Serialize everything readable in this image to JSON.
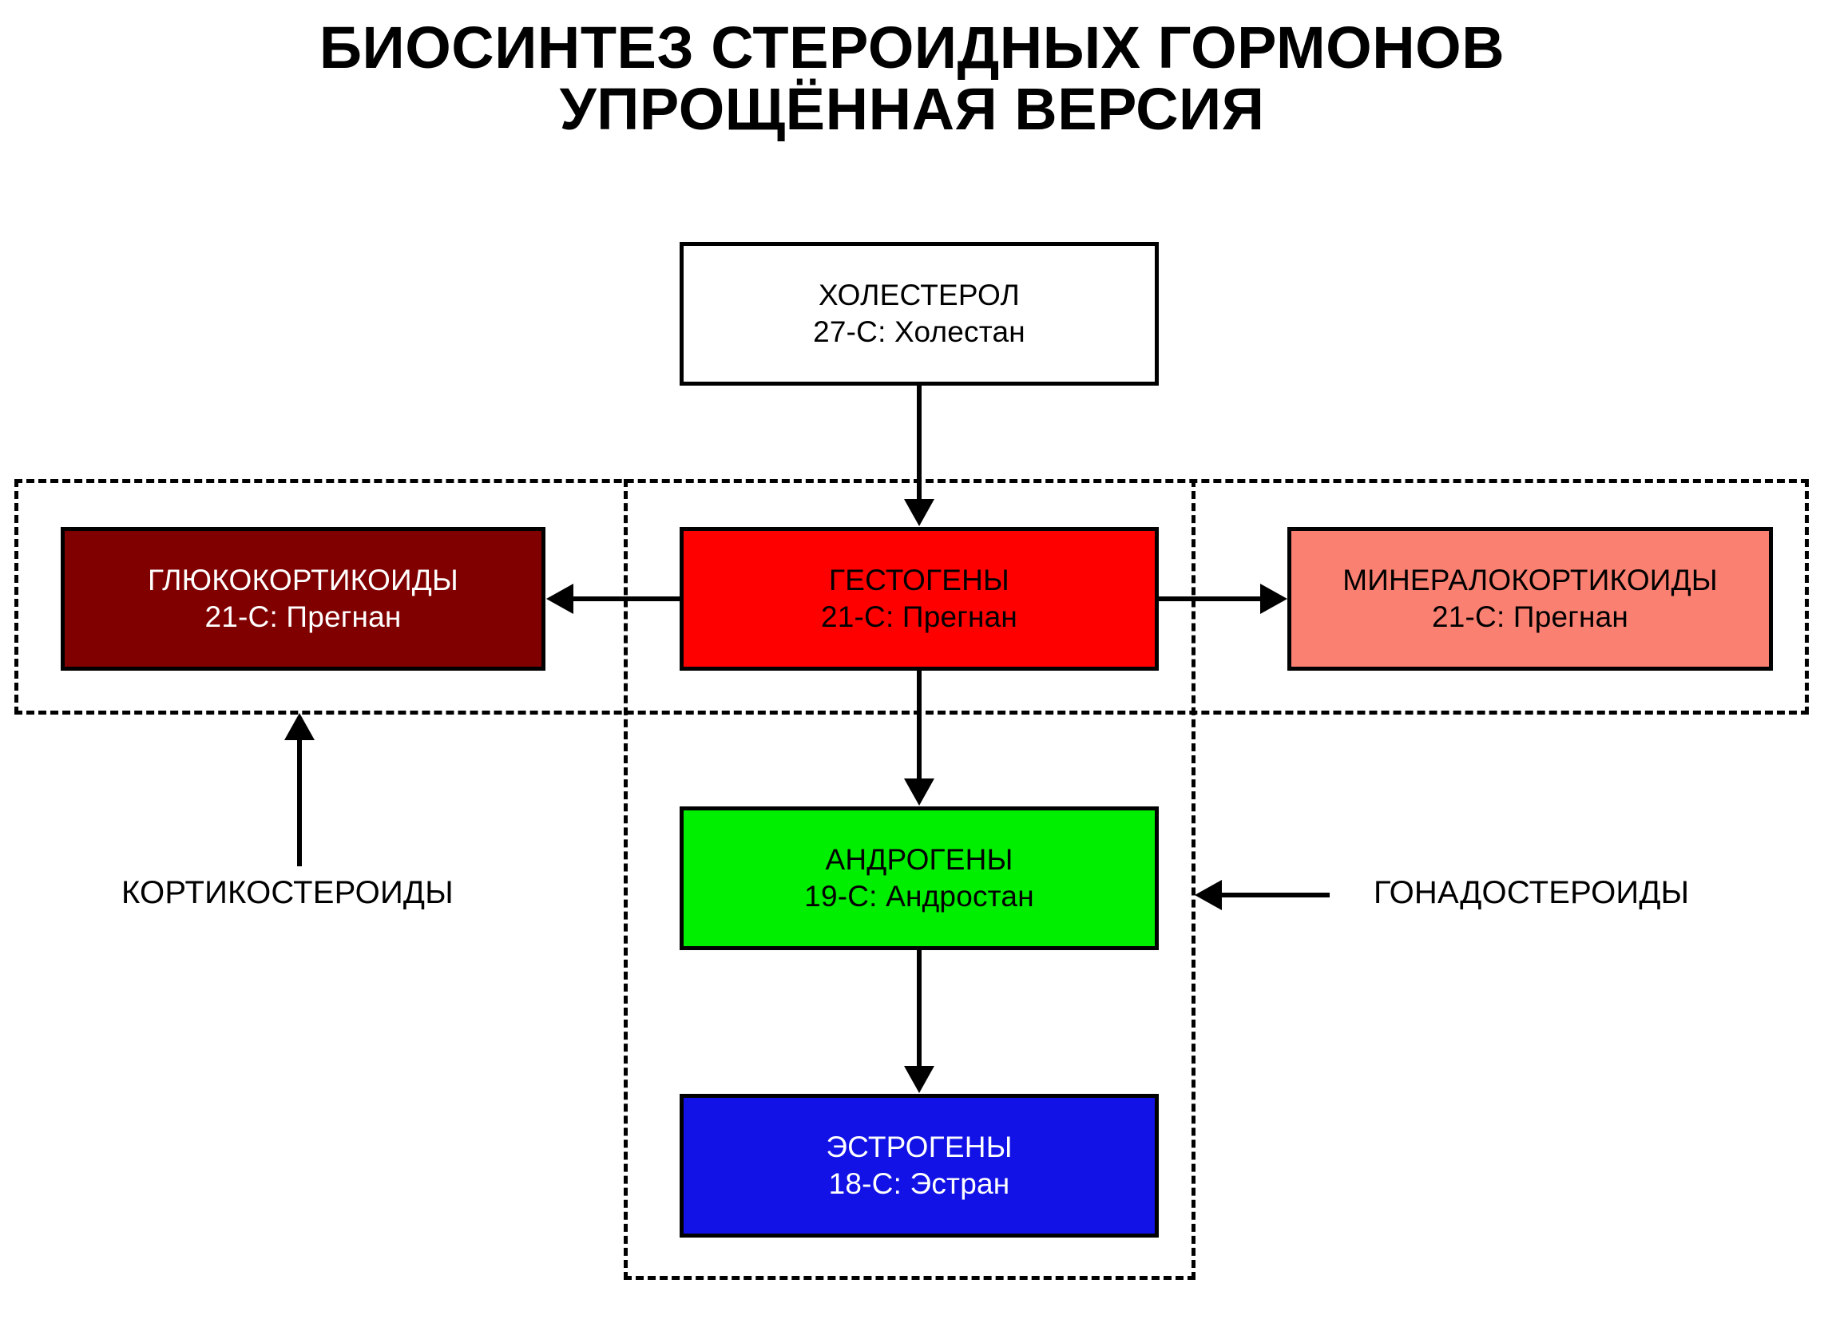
{
  "title": {
    "line1": "БИОСИНТЕЗ СТЕРОИДНЫХ ГОРМОНОВ",
    "line2": "УПРОЩЁННАЯ ВЕРСИЯ"
  },
  "nodes": {
    "cholesterol": {
      "name": "ХОЛЕСТЕРОЛ",
      "formula": "27-C: Холестан",
      "fill": "#ffffff",
      "text_color": "#000000"
    },
    "glucocorticoids": {
      "name": "ГЛЮКОКОРТИКОИДЫ",
      "formula": "21-C: Прегнан",
      "fill": "#800000",
      "text_color": "#ffffff"
    },
    "gestogens": {
      "name": "ГЕСТОГЕНЫ",
      "formula": "21-C: Прегнан",
      "fill": "#ff0000",
      "text_color": "#000000"
    },
    "mineralocorticoids": {
      "name": "МИНЕРАЛОКОРТИКОИДЫ",
      "formula": "21-C: Прегнан",
      "fill": "#fa8072",
      "text_color": "#000000"
    },
    "androgens": {
      "name": "АНДРОГЕНЫ",
      "formula": "19-C: Андростан",
      "fill": "#00ee00",
      "text_color": "#000000"
    },
    "estrogens": {
      "name": "ЭСТРОГЕНЫ",
      "formula": "18-C: Эстран",
      "fill": "#1212e6",
      "text_color": "#ffffff"
    }
  },
  "groups": {
    "corticosteroids_label": "КОРТИКОСТЕРОИДЫ",
    "gonadosteroids_label": "ГОНАДОСТЕРОИДЫ"
  },
  "arrows": [
    {
      "from": "cholesterol",
      "to": "gestogens",
      "direction": "down"
    },
    {
      "from": "gestogens",
      "to": "androgens",
      "direction": "down"
    },
    {
      "from": "androgens",
      "to": "estrogens",
      "direction": "down"
    },
    {
      "from": "gestogens",
      "to": "glucocorticoids",
      "direction": "left"
    },
    {
      "from": "gestogens",
      "to": "mineralocorticoids",
      "direction": "right"
    },
    {
      "from": "corticosteroids_label",
      "to": "corticosteroid-frame",
      "direction": "up"
    },
    {
      "from": "gonadosteroids_label",
      "to": "gonadosteroid-frame",
      "direction": "left"
    }
  ],
  "colors": {
    "line": "#000000",
    "background": "#ffffff"
  }
}
